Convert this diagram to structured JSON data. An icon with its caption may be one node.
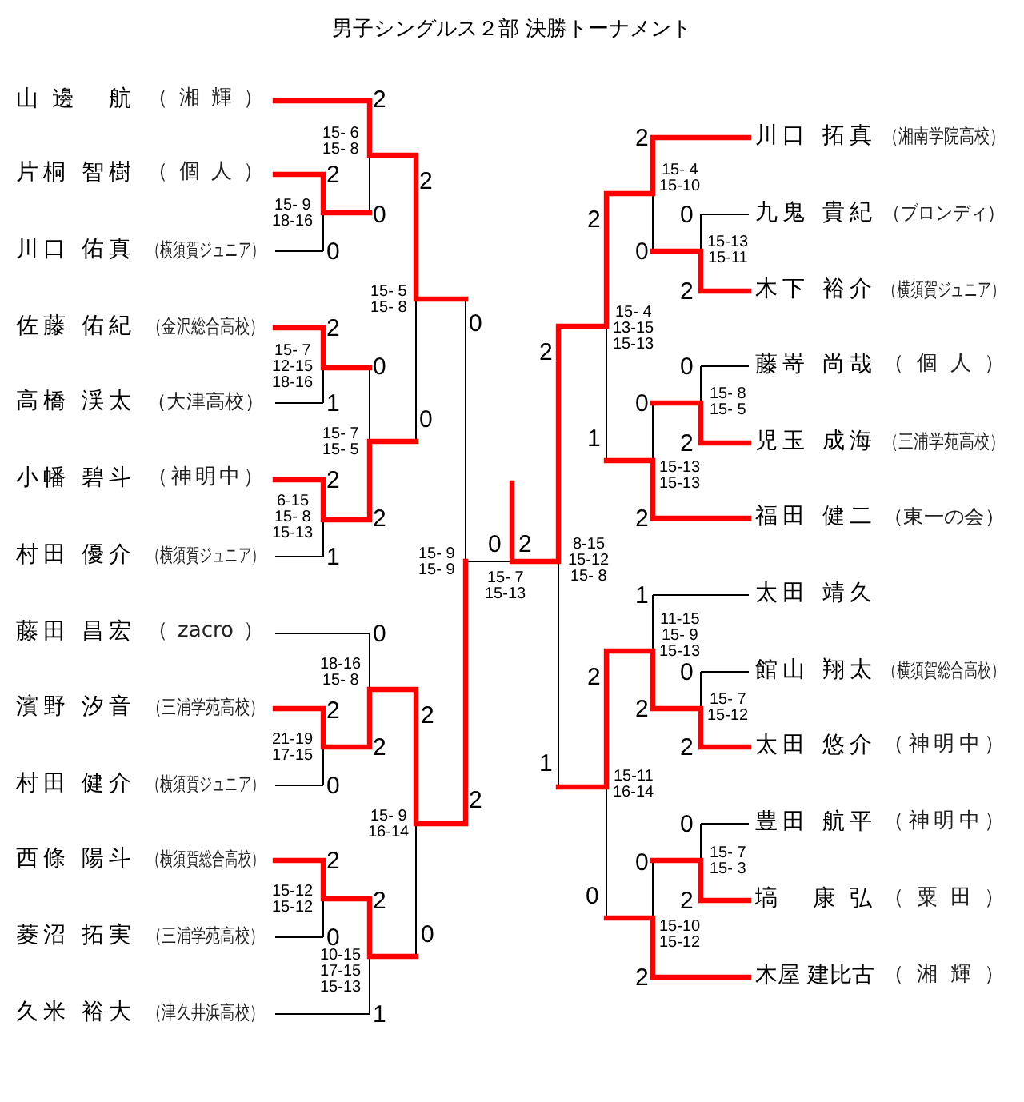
{
  "diagram": {
    "title": "男子シングルス２部 決勝トーナメント",
    "nodes": [
      {
        "text": [
          "山邊 航",
          "（湘輝）"
        ]
      },
      {
        "text": [
          "片桐 智樹",
          "（個人）"
        ]
      },
      {
        "text": [
          "川口 佑真",
          "（横須賀ジュニア）"
        ]
      },
      {
        "text": [
          "佐藤 佑紀",
          "（金沢総合高校）"
        ]
      },
      {
        "text": [
          "高橋 渓太",
          "（大津高校）"
        ]
      },
      {
        "text": [
          "小幡 碧斗",
          "（神明中）"
        ]
      },
      {
        "text": [
          "村田 優介",
          "（横須賀ジュニア）"
        ]
      },
      {
        "text": [
          "藤田 昌宏",
          "（zacro）"
        ]
      },
      {
        "text": [
          "濱野 汐音",
          "（三浦学苑高校）"
        ]
      },
      {
        "text": [
          "村田 健介",
          "（横須賀ジュニア）"
        ]
      },
      {
        "text": [
          "西條 陽斗",
          "（横須賀総合高校）"
        ]
      },
      {
        "text": [
          "菱沼 拓実",
          "（三浦学苑高校）"
        ]
      },
      {
        "text": [
          "久米 裕大",
          "（津久井浜高校）"
        ]
      },
      {
        "text": [
          "川口 拓真",
          "（湘南学院高校）"
        ]
      },
      {
        "text": [
          "九鬼 貴紀",
          "（ブロンディ）"
        ]
      },
      {
        "text": [
          "木下 裕介",
          "（横須賀ジュニア）"
        ]
      },
      {
        "text": [
          "藤嵜 尚哉",
          "（個人）"
        ]
      },
      {
        "text": [
          "児玉 成海",
          "（三浦学苑高校）"
        ]
      },
      {
        "text": [
          "福田 健二",
          "（東一の会）"
        ]
      },
      {
        "text": [
          "太田 靖久"
        ]
      },
      {
        "text": [
          "館山 翔太",
          "（横須賀総合高校）"
        ]
      },
      {
        "text": [
          "太田 悠介",
          "（神明中）"
        ]
      },
      {
        "text": [
          "豊田 航平",
          "（神明中）"
        ]
      },
      {
        "text": [
          "塙 康弘",
          "（粟田）"
        ]
      },
      {
        "text": [
          "木屋 建比古",
          "（湘輝）"
        ]
      }
    ],
    "labels": [
      "2",
      "15- 6",
      "15- 8",
      "2",
      "2",
      "0",
      "15- 9",
      "18-16",
      "0",
      "15- 5",
      "15- 8",
      "0",
      "2",
      "0",
      "15- 7",
      "12-15",
      "18-16",
      "1",
      "0",
      "15- 7",
      "15- 5",
      "2",
      "6-15",
      "15- 8",
      "15-13",
      "2",
      "1",
      "15- 9",
      "15- 9",
      "0",
      "2",
      "15- 7",
      "15-13",
      "0",
      "18-16",
      "15- 8",
      "2",
      "2",
      "21-19",
      "17-15",
      "2",
      "0",
      "2",
      "15- 9",
      "16-14",
      "2",
      "15-12",
      "15-12",
      "2",
      "0",
      "0",
      "10-15",
      "17-15",
      "15-13",
      "1",
      "2",
      "15- 4",
      "15-10",
      "0",
      "2",
      "15-13",
      "15-11",
      "0",
      "2",
      "15- 4",
      "13-15",
      "15-13",
      "2",
      "0",
      "15- 8",
      "0",
      "15- 5",
      "1",
      "2",
      "15-13",
      "15-13",
      "2",
      "8-15",
      "15-12",
      "15- 8",
      "1",
      "11-15",
      "15- 9",
      "15-13",
      "0",
      "2",
      "15- 7",
      "2",
      "15-12",
      "2",
      "1",
      "15-11",
      "16-14",
      "0",
      "15- 7",
      "0",
      "15- 3",
      "0",
      "2",
      "15-10",
      "15-12",
      "2"
    ]
  }
}
